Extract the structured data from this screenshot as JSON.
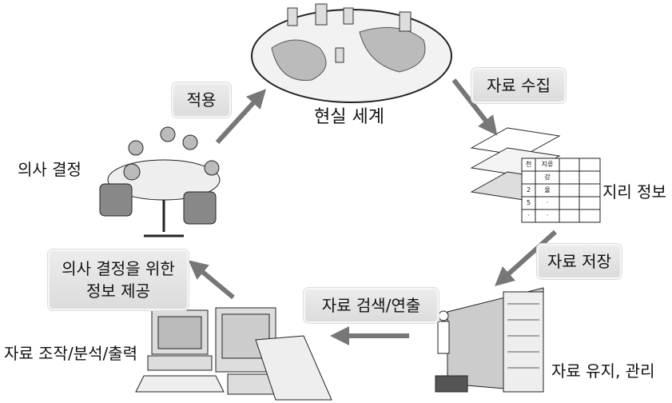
{
  "title": "현실 세계",
  "steps": {
    "apply": "적용",
    "collect": "자료 수집",
    "store": "자료 저장",
    "search": "자료 검색/연출",
    "provide_line1": "의사 결정을 위한",
    "provide_line2": "정보 제공"
  },
  "labels": {
    "geo_info": "지리 정보",
    "decision": "의사 결정",
    "manipulate": "자료 조작/분석/출력",
    "maintain": "자료 유지, 관리"
  },
  "geo_table": {
    "rows": [
      [
        "천",
        "지류"
      ],
      [
        "",
        "강"
      ],
      [
        "2",
        "울"
      ],
      [
        "5",
        "·"
      ],
      [
        "·",
        "·"
      ]
    ]
  }
}
